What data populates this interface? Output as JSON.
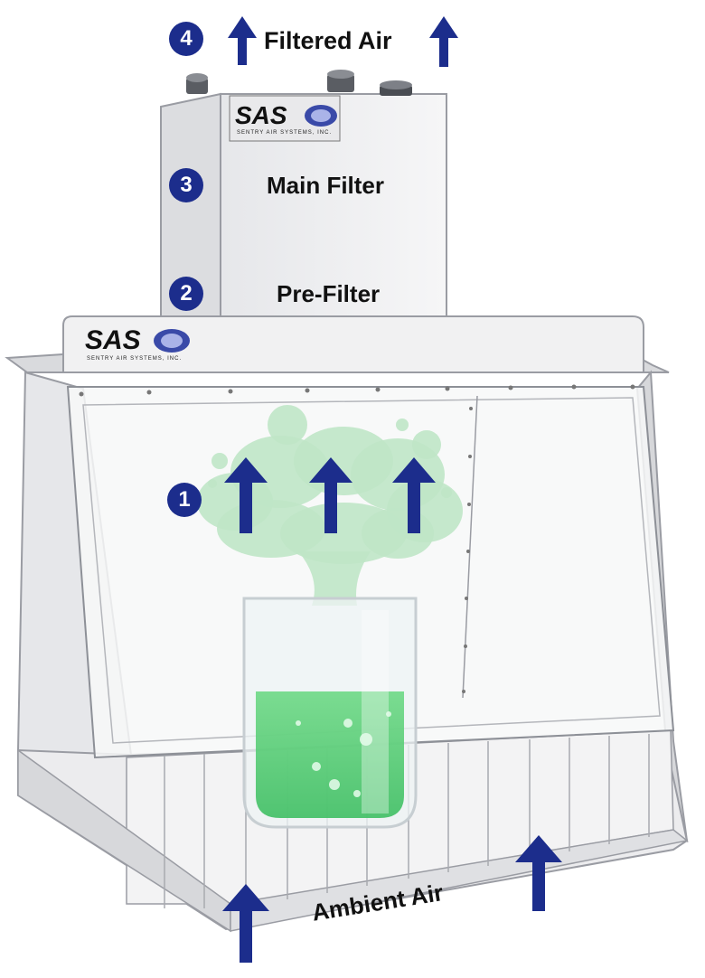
{
  "labels": {
    "filtered_air": "Filtered Air",
    "main_filter": "Main Filter",
    "pre_filter": "Pre-Filter",
    "ambient_air": "Ambient Air"
  },
  "steps": [
    "1",
    "2",
    "3",
    "4"
  ],
  "logo": {
    "name": "SAS",
    "subtitle": "SENTRY AIR SYSTEMS, INC."
  },
  "colors": {
    "arrow_navy": "#1c2d8c",
    "liquid_green": "#5fd17a",
    "vapor_green": "#bfe6c6"
  }
}
